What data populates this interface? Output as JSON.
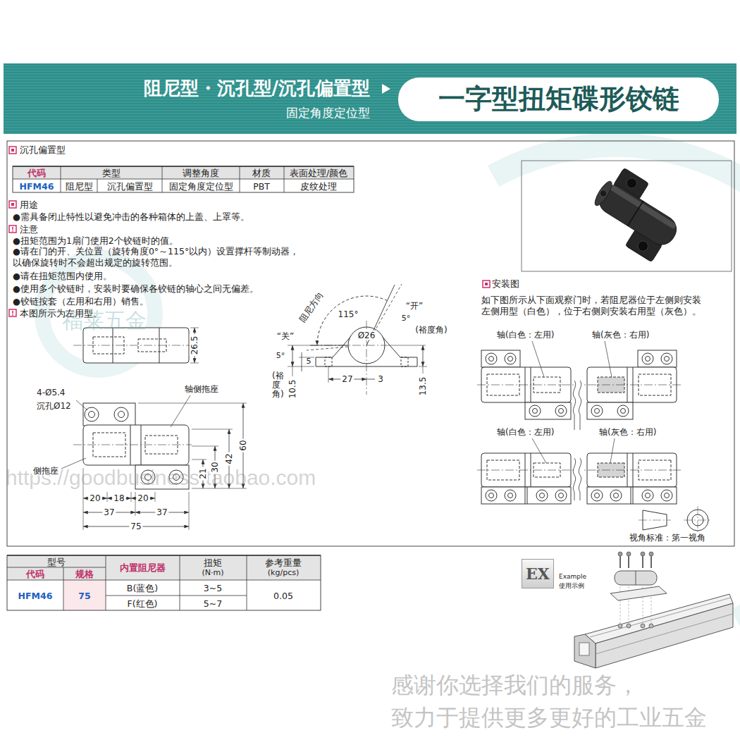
{
  "diagram": {
    "nodes": [
      {
        "text": [
          "阻尼型・沉孔型/沉孔偏置型",
          "固定角度定位型"
        ]
      },
      {
        "text": [
          "一字型扭矩碟形铰链"
        ],
        "in": 0
      },
      {
        "text": [
          "EX"
        ]
      }
    ],
    "labels": [
      "沉孔偏置型",
      "代码",
      "类型",
      "调整角度",
      "材质",
      "表面处理/颜色",
      "HFM46",
      "阻尼型",
      "沉孔偏置型",
      "固定角度定位型",
      "PBT",
      "皮纹处理",
      "用途",
      "●需具备闭止特性以避免冲击的各种箱体的上盖、上罩等。",
      "注意",
      "●扭矩范围为1扇门使用2个铰链时的值。",
      "●请在门的开、关位置（旋转角度0°～115°以内）设置撑杆等制动器， 以确保旋转时不会超出规定的旋转范围。",
      "●请在扭矩范围内使用。",
      "●使用多个铰链时，安装时要确保各铰链的轴心之间无偏差。",
      "●铰链按套（左用和右用）销售。",
      "本图所示为左用型。",
      "福莱五金",
      "26.5",
      "4-Ø5.4",
      "沉孔Ø12",
      "轴侧拖座",
      "侧拖座",
      "21",
      "30",
      "42",
      "60",
      "20",
      "18",
      "20",
      "37",
      "37",
      "75",
      "阻尼方向",
      "115°",
      "“开”",
      "5°",
      "(裕度角)",
      "“关”",
      "5°",
      "Ø26",
      "(裕度角)",
      "5",
      "10.5",
      "27",
      "3",
      "13.5",
      "安装图",
      "如下图所示从下面观察门时，若阻尼器位于左侧则安装 左侧用型（白色），位于右侧则安装右用型（灰色）。",
      "轴(白色：左用)",
      "轴(灰色：右用)",
      "轴(白色：左用)",
      "轴(灰色：右用)",
      "视角标准：第一视角",
      "型号",
      "代码",
      "规格",
      "内置阻尼器",
      "扭矩",
      "(N·m)",
      "参考重量",
      "(kg/pcs)",
      "HFM46",
      "75",
      "B(蓝色)",
      "3~5",
      "F(红色)",
      "5~7",
      "0.05",
      "Example",
      "使用示例",
      "感谢你选择我们的服务，",
      "致力于提供更多更好的工业五金",
      "https://goodbusiness.taobao.com"
    ]
  }
}
